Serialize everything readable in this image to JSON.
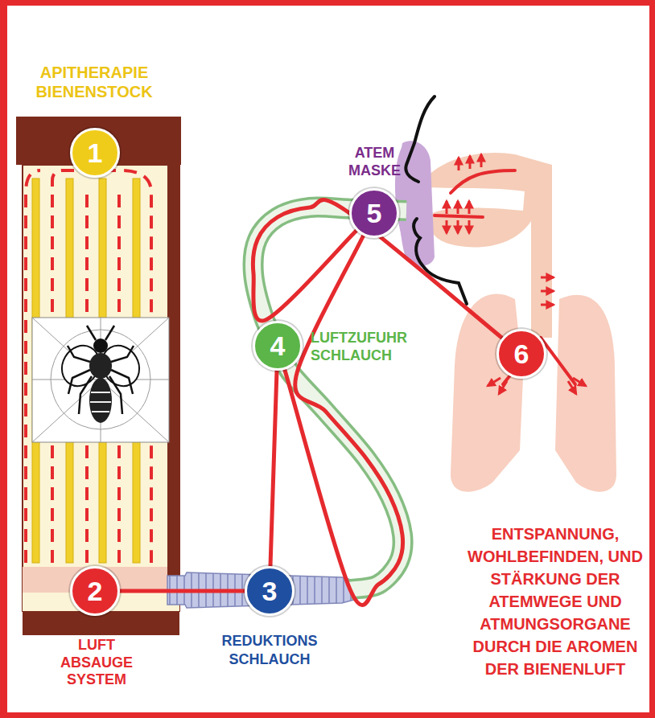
{
  "diagram": {
    "nodes": [
      {
        "text": [
          "1"
        ]
      },
      {
        "text": [
          "2"
        ]
      },
      {
        "text": [
          "3"
        ]
      },
      {
        "text": [
          "4"
        ]
      },
      {
        "text": [
          "5"
        ]
      },
      {
        "text": [
          "6"
        ]
      }
    ],
    "edges": [
      {
        "from": 1,
        "to": 2,
        "arrow": "none"
      },
      {
        "from": 2,
        "to": 3,
        "arrow": "none"
      },
      {
        "from": 3,
        "to": 4,
        "arrow": "none"
      },
      {
        "from": 4,
        "to": 5,
        "arrow": "none"
      }
    ],
    "labels": [
      "APITHERAPIE BIENENSTOCK",
      "LUFT ABSAUGE SYSTEM",
      "REDUKTIONS SCHLAUCH",
      "LUFTZUFUHR SCHLAUCH",
      "ATEM MASKE",
      "ENTSPANNUNG, WOHLBEFINDEN, UND STÄRKUNG DER ATEMWEGE UND ATMUNGSORGANE DURCH DIE AROMEN DER BIENENLUFT"
    ]
  }
}
